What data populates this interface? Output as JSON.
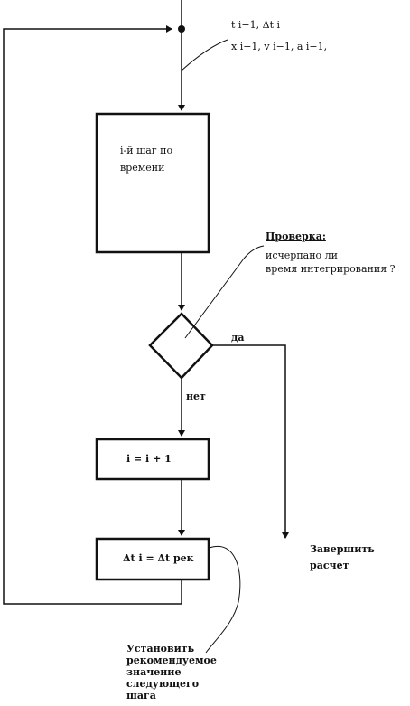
{
  "inputs_label": {
    "line1": "t i−1, Δt i",
    "line2": "x i−1, v i−1, a i−1,"
  },
  "step_box": {
    "line1": "i-й шаг по",
    "line2": "времени"
  },
  "check_note": {
    "title": "Проверка:",
    "line1": "исчерпано ли",
    "line2": "время интегрирования ?"
  },
  "yes_label": "да",
  "no_label": "нет",
  "increment_box": "i = i + 1",
  "dt_box": "Δt i = Δt рек",
  "finish_label": {
    "line1": "Завершить",
    "line2": "расчет"
  },
  "dt_note": {
    "line1": "Установить",
    "line2": "рекомендуемое",
    "line3": "значение",
    "line4": "следующего",
    "line5": "шага"
  }
}
